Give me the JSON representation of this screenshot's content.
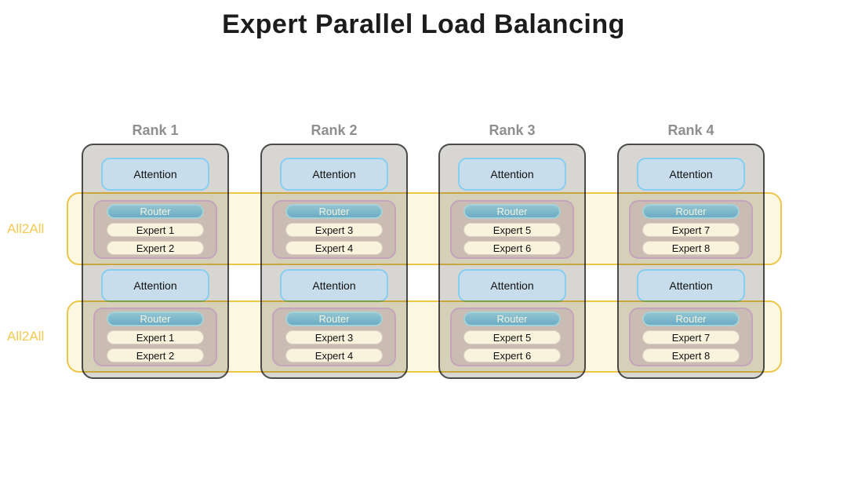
{
  "title": "Expert Parallel Load Balancing",
  "bands": [
    {
      "label": "All2All"
    },
    {
      "label": "All2All"
    }
  ],
  "ranks": [
    {
      "label": "Rank 1",
      "layers": [
        {
          "type": "attention",
          "label": "Attention"
        },
        {
          "type": "moe",
          "router": "Router",
          "experts": [
            "Expert 1",
            "Expert 2"
          ]
        },
        {
          "type": "attention",
          "label": "Attention"
        },
        {
          "type": "moe",
          "router": "Router",
          "experts": [
            "Expert 1",
            "Expert 2"
          ]
        }
      ]
    },
    {
      "label": "Rank 2",
      "layers": [
        {
          "type": "attention",
          "label": "Attention"
        },
        {
          "type": "moe",
          "router": "Router",
          "experts": [
            "Expert 3",
            "Expert 4"
          ]
        },
        {
          "type": "attention",
          "label": "Attention"
        },
        {
          "type": "moe",
          "router": "Router",
          "experts": [
            "Expert 3",
            "Expert 4"
          ]
        }
      ]
    },
    {
      "label": "Rank 3",
      "layers": [
        {
          "type": "attention",
          "label": "Attention"
        },
        {
          "type": "moe",
          "router": "Router",
          "experts": [
            "Expert 5",
            "Expert 6"
          ]
        },
        {
          "type": "attention",
          "label": "Attention"
        },
        {
          "type": "moe",
          "router": "Router",
          "experts": [
            "Expert 5",
            "Expert 6"
          ]
        }
      ]
    },
    {
      "label": "Rank 4",
      "layers": [
        {
          "type": "attention",
          "label": "Attention"
        },
        {
          "type": "moe",
          "router": "Router",
          "experts": [
            "Expert 7",
            "Expert 8"
          ]
        },
        {
          "type": "attention",
          "label": "Attention"
        },
        {
          "type": "moe",
          "router": "Router",
          "experts": [
            "Expert 7",
            "Expert 8"
          ]
        }
      ]
    }
  ],
  "colors": {
    "band_fill": "#fdf8e1",
    "band_border": "#edc74b",
    "all2all_text": "#f3ca52",
    "rank_fill": "#d8d6d2",
    "rank_border": "#4a4a4a",
    "rank_label": "#8f8f8f",
    "attention_fill": "#c7ddeb",
    "attention_border": "#85cef2",
    "moe_fill": "#ccc2ca",
    "moe_border": "#c6a9d5",
    "router_fill": "#7bbce6",
    "router_border": "#a6d8f3",
    "expert_fill": "#fbfafb",
    "title_text": "#1c1c1c"
  }
}
